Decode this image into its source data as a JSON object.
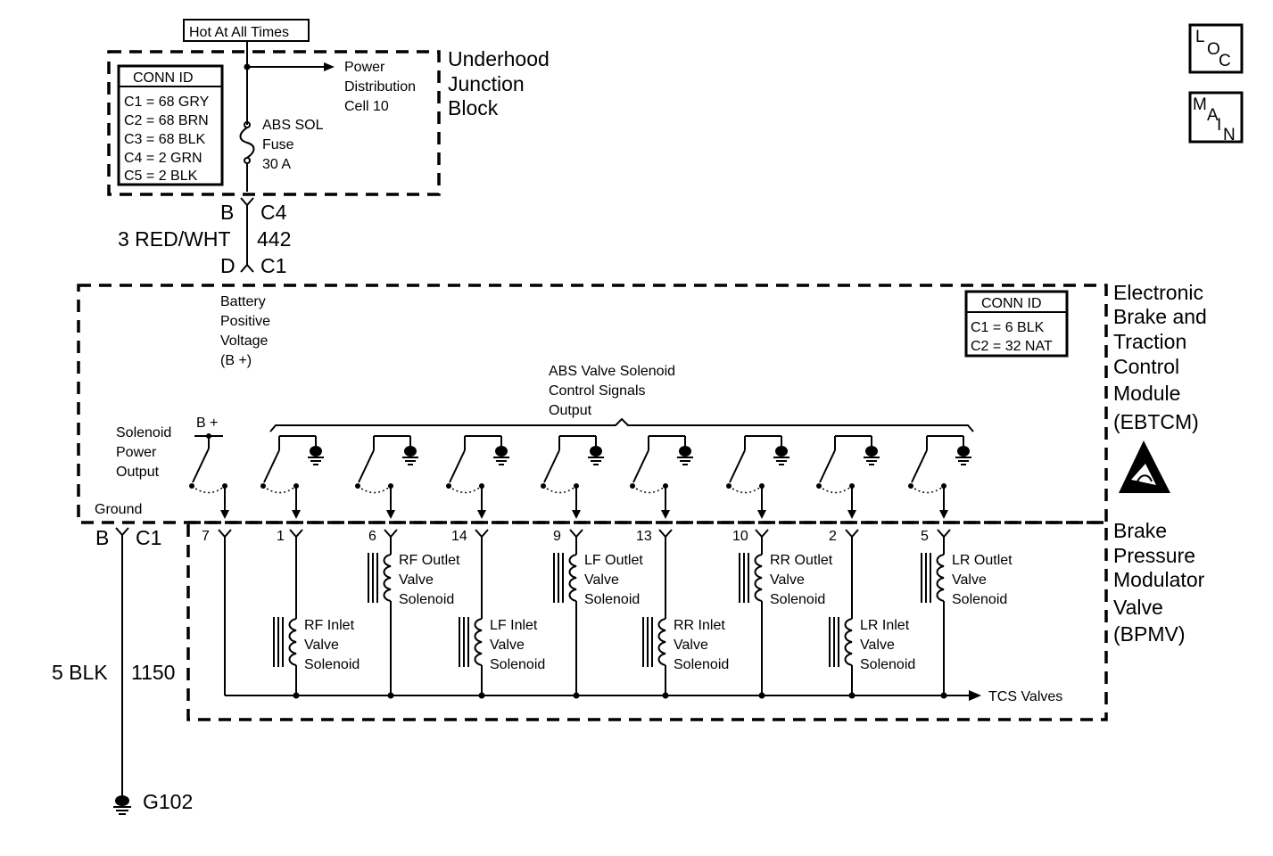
{
  "hot_label": "Hot At All Times",
  "underhood": {
    "title_lines": [
      "Underhood",
      "Junction",
      "Block"
    ],
    "conn_title": "CONN ID",
    "conn_lines": [
      "C1 = 68 GRY",
      "C2 = 68 BRN",
      "C3 = 68 BLK",
      "C4 = 2 GRN",
      "C5 = 2 BLK"
    ],
    "pdc_lines": [
      "Power",
      "Distribution",
      "Cell 10"
    ],
    "fuse_lines": [
      "ABS SOL",
      "Fuse",
      "30 A"
    ]
  },
  "feed_circuit": {
    "top_pin": "B",
    "top_conn": "C4",
    "wire": "3 RED/WHT",
    "circuit": "442",
    "bottom_pin": "D",
    "bottom_conn": "C1"
  },
  "ebtcm": {
    "title_lines": [
      "Electronic",
      "Brake and",
      "Traction",
      "Control",
      "Module",
      "(EBTCM)"
    ],
    "conn_title": "CONN ID",
    "conn_lines": [
      "C1 = 6 BLK",
      "C2 = 32 NAT"
    ],
    "batt_lines": [
      "Battery",
      "Positive",
      "Voltage",
      "(B +)"
    ],
    "abs_lines": [
      "ABS Valve Solenoid",
      "Control Signals",
      "Output"
    ],
    "sol_power_lines": [
      "Solenoid",
      "Power",
      "Output"
    ],
    "bplus": "B +",
    "ground_label": "Ground"
  },
  "ground_circuit": {
    "pin": "B",
    "conn": "C1",
    "wire": "5 BLK",
    "circuit": "1150",
    "ground": "G102"
  },
  "bpmv": {
    "title_lines": [
      "Brake",
      "Pressure",
      "Modulator",
      "Valve",
      "(BPMV)"
    ],
    "pins": [
      "7",
      "1",
      "6",
      "14",
      "9",
      "13",
      "10",
      "2",
      "5"
    ],
    "solenoids": [
      {
        "lines": [
          "RF Inlet",
          "Valve",
          "Solenoid"
        ]
      },
      {
        "lines": [
          "RF Outlet",
          "Valve",
          "Solenoid"
        ]
      },
      {
        "lines": [
          "LF Inlet",
          "Valve",
          "Solenoid"
        ]
      },
      {
        "lines": [
          "LF Outlet",
          "Valve",
          "Solenoid"
        ]
      },
      {
        "lines": [
          "RR Inlet",
          "Valve",
          "Solenoid"
        ]
      },
      {
        "lines": [
          "RR Outlet",
          "Valve",
          "Solenoid"
        ]
      },
      {
        "lines": [
          "LR Inlet",
          "Valve",
          "Solenoid"
        ]
      },
      {
        "lines": [
          "LR Outlet",
          "Valve",
          "Solenoid"
        ]
      }
    ],
    "tcs_label": "TCS Valves"
  },
  "nav": {
    "loc": [
      "L",
      "O",
      "C"
    ],
    "main": [
      "M",
      "A",
      "I",
      "N"
    ]
  }
}
